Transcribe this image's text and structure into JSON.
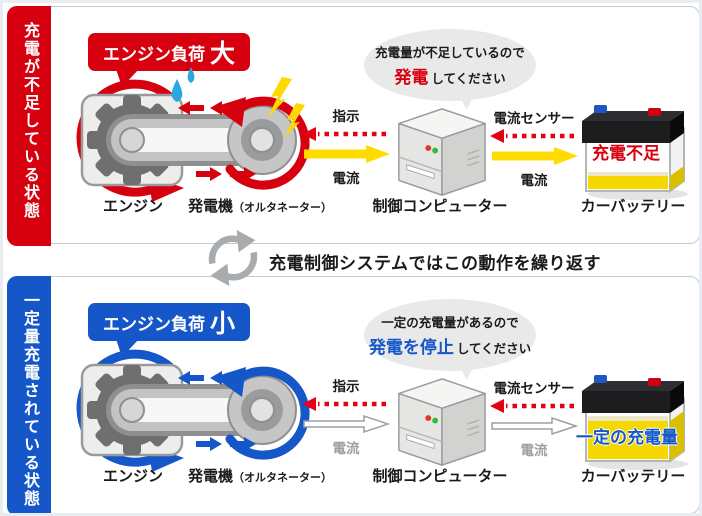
{
  "colors": {
    "accent_top": "#d7000f",
    "accent_bottom": "#1557c9",
    "instruction_red": "#e50012",
    "current_yellow": "#ffdc00",
    "neutral_gray": "#9aa0a3"
  },
  "cycle_note": "充電制御システムではこの動作を繰り返す",
  "top": {
    "state_label": "充電が不足している状態",
    "engine_load": {
      "prefix": "エンジン負荷",
      "level": "大"
    },
    "labels": {
      "engine": "エンジン",
      "alternator": "発電機",
      "alternator_sub": "（オルタネーター）",
      "computer": "制御コンピューター",
      "battery": "カーバッテリー"
    },
    "flow1": {
      "top_label": "指示",
      "bottom_label": "電流"
    },
    "flow2": {
      "top_label": "電流センサー",
      "bottom_label": "電流"
    },
    "bubble": {
      "line1": "充電量が不足しているので",
      "emphasis": "発電",
      "rest": "してください"
    },
    "battery_status": "充電不足"
  },
  "bottom": {
    "state_label": "一定量充電されている状態",
    "engine_load": {
      "prefix": "エンジン負荷",
      "level": "小"
    },
    "labels": {
      "engine": "エンジン",
      "alternator": "発電機",
      "alternator_sub": "（オルタネーター）",
      "computer": "制御コンピューター",
      "battery": "カーバッテリー"
    },
    "flow1": {
      "top_label": "指示",
      "bottom_label": "電流"
    },
    "flow2": {
      "top_label": "電流センサー",
      "bottom_label": "電流"
    },
    "bubble": {
      "line1": "一定の充電量があるので",
      "emphasis": "発電を停止",
      "rest": "してください"
    },
    "battery_status": "一定の充電量"
  }
}
